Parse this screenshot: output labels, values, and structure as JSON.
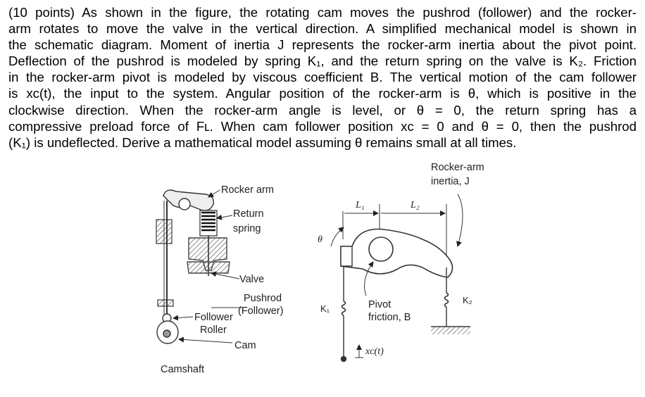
{
  "problem": {
    "lines": [
      "(10 points) As shown in the figure, the rotating cam moves the pushrod (follower) and the rocker-",
      "arm rotates to move the valve in the vertical direction.  A simplified mechanical model is shown in",
      "the schematic diagram. Moment of inertia J represents the rocker-arm inertia about the pivot point.",
      "Deflection of the pushrod is modeled by spring K₁, and the return spring on the valve is K₂.  Friction",
      "in the rocker-arm pivot is modeled by viscous coefficient B.  The vertical motion of the cam follower",
      "is xᴄ(t), the input to the system.  Angular position of the rocker-arm is θ, which is positive in the",
      "clockwise direction.  When the rocker-arm angle is level, or θ = 0, the return spring has a",
      "compressive preload force of Fʟ.  When cam follower position xᴄ = 0 and θ = 0, then the pushrod",
      "(K₁) is undeflected.  Derive a mathematical model assuming θ remains small at all times."
    ]
  },
  "left_figure": {
    "rocker_arm": "Rocker arm",
    "return_spring_1": "Return",
    "return_spring_2": "spring",
    "valve": "Valve",
    "pushrod_1": "Pushrod",
    "pushrod_2": "(Follower)",
    "follower_roller_1": "Follower",
    "follower_roller_2": "Roller",
    "cam": "Cam",
    "camshaft": "Camshaft"
  },
  "right_figure": {
    "inertia_1": "Rocker-arm",
    "inertia_2": "inertia, J",
    "L1": "L₁",
    "L2": "L₂",
    "theta": "θ",
    "K1": "K₁",
    "K2": "K₂",
    "pivot_1": "Pivot",
    "pivot_2": "friction, B",
    "xc": "xᴄ(t)"
  }
}
